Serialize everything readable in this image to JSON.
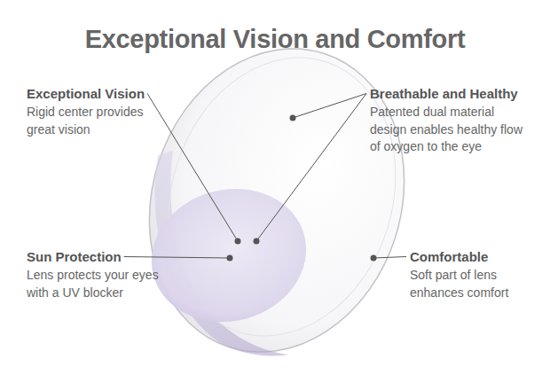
{
  "diagram": {
    "title": "Exceptional Vision and Comfort",
    "labels": [
      "Exceptional Vision",
      "Rigid center provides great vision",
      "Breathable and Healthy",
      "Patented dual material design enables healthy flow of oxygen to the eye",
      "Sun Protection",
      "Lens protects your eyes with a UV blocker",
      "Comfortable",
      "Soft part of lens enhances comfort"
    ]
  }
}
